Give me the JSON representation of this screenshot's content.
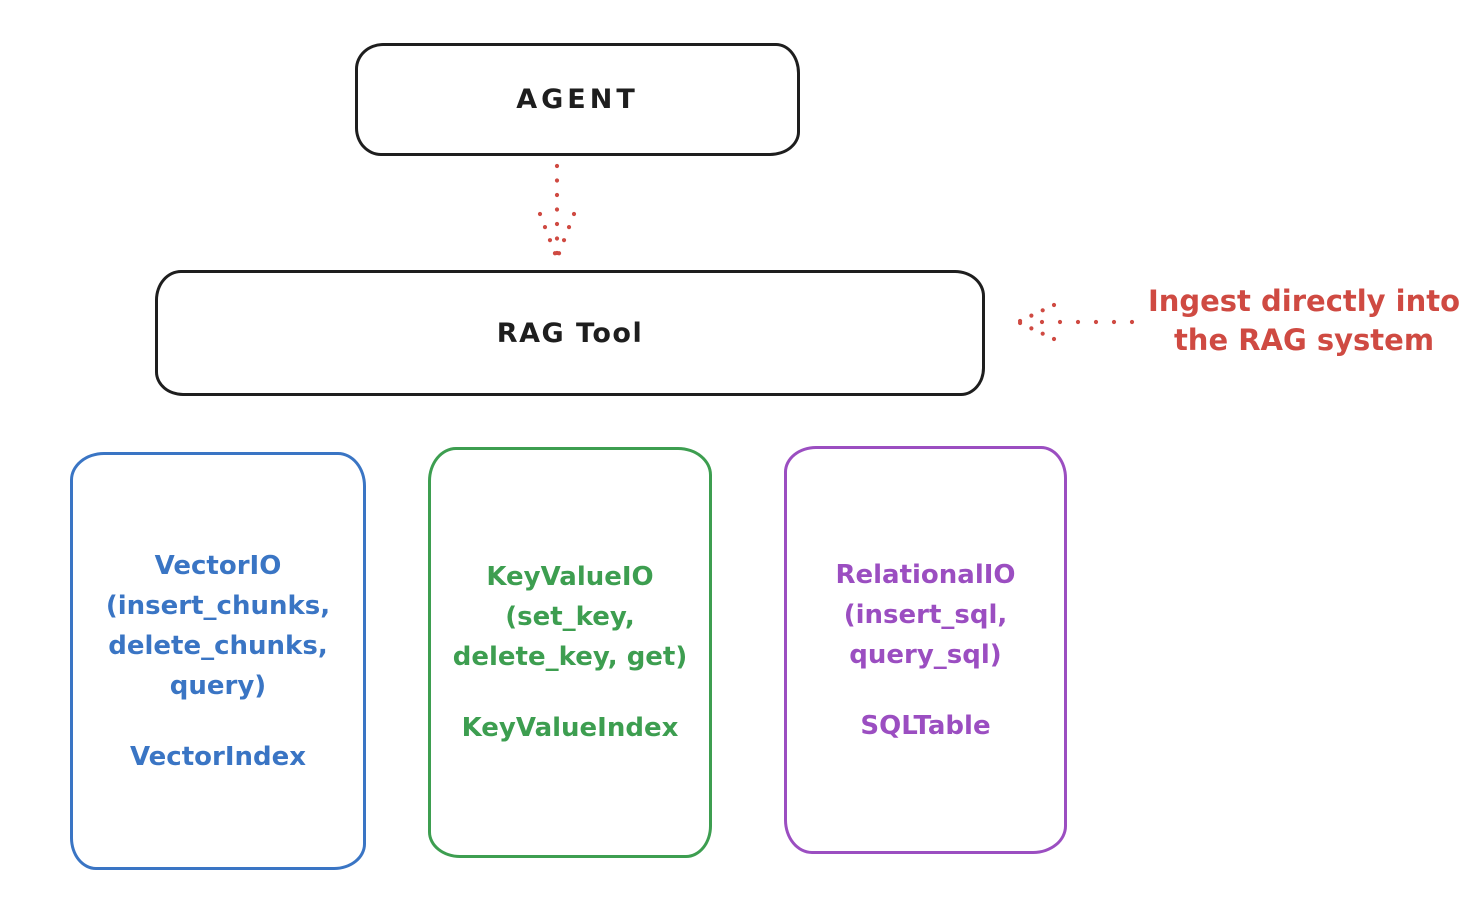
{
  "colors": {
    "background": "#ffffff",
    "ink": "#1e1e1e",
    "red": "#cf4a42",
    "blue": "#3a75c4",
    "green": "#3d9e50",
    "purple": "#9b4ec1"
  },
  "diagram": {
    "agent": {
      "label": "AGENT"
    },
    "rag_tool": {
      "label": "RAG Tool"
    },
    "annotation": {
      "line1": "Ingest directly into",
      "line2": "the RAG system"
    },
    "arrows": [
      {
        "name": "agent-to-rag-tool",
        "style": "dotted",
        "direction": "down"
      },
      {
        "name": "ingest-into-rag-tool",
        "style": "dotted",
        "direction": "left"
      }
    ],
    "nodes": [
      {
        "color_key": "blue",
        "lines": [
          "VectorIO",
          "(insert_chunks,",
          "delete_chunks,",
          "query)"
        ],
        "footer": "VectorIndex"
      },
      {
        "color_key": "green",
        "lines": [
          "KeyValueIO",
          "(set_key,",
          "delete_key, get)"
        ],
        "footer": "KeyValueIndex"
      },
      {
        "color_key": "purple",
        "lines": [
          "RelationalIO",
          "(insert_sql,",
          "query_sql)"
        ],
        "footer": "SQLTable"
      }
    ]
  }
}
